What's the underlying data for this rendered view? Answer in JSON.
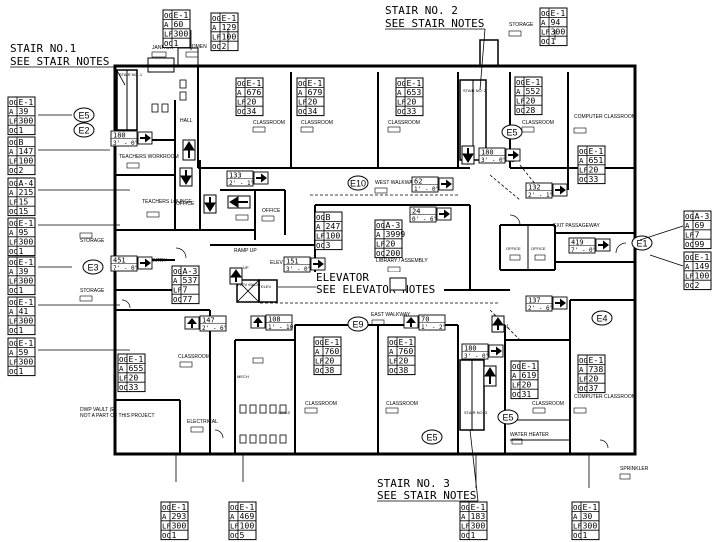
{
  "notes": {
    "stair1": [
      "STAIR NO.1",
      "SEE STAIR NOTES"
    ],
    "stair2": [
      "STAIR NO. 2",
      "SEE STAIR NOTES"
    ],
    "stair3": [
      "STAIR NO. 3",
      "SEE STAIR NOTES"
    ],
    "elevator": [
      "ELEVATOR",
      "SEE ELEVATOR NOTES"
    ]
  },
  "occupancy_tables": [
    {
      "id": "t01",
      "rows": [
        [
          "OG",
          "E-1"
        ],
        [
          "A",
          "60"
        ],
        [
          "LF",
          "300"
        ],
        [
          "OC",
          "1"
        ]
      ]
    },
    {
      "id": "t02",
      "rows": [
        [
          "OG",
          "E-1"
        ],
        [
          "A",
          "129"
        ],
        [
          "LF",
          "100"
        ],
        [
          "OC",
          "2"
        ]
      ]
    },
    {
      "id": "t03",
      "rows": [
        [
          "OG",
          "E-1"
        ],
        [
          "A",
          "94"
        ],
        [
          "LF",
          "300"
        ],
        [
          "OC",
          "1"
        ]
      ]
    },
    {
      "id": "t04",
      "rows": [
        [
          "OG",
          "E-1"
        ],
        [
          "A",
          "676"
        ],
        [
          "LF",
          "20"
        ],
        [
          "OC",
          "34"
        ]
      ]
    },
    {
      "id": "t05",
      "rows": [
        [
          "OG",
          "E-1"
        ],
        [
          "A",
          "679"
        ],
        [
          "LF",
          "20"
        ],
        [
          "OC",
          "34"
        ]
      ]
    },
    {
      "id": "t06",
      "rows": [
        [
          "OG",
          "E-1"
        ],
        [
          "A",
          "653"
        ],
        [
          "LF",
          "20"
        ],
        [
          "OC",
          "33"
        ]
      ]
    },
    {
      "id": "t07",
      "rows": [
        [
          "OG",
          "E-1"
        ],
        [
          "A",
          "552"
        ],
        [
          "LF",
          "20"
        ],
        [
          "OC",
          "28"
        ]
      ]
    },
    {
      "id": "t08",
      "rows": [
        [
          "OG",
          "E-1"
        ],
        [
          "A",
          "651"
        ],
        [
          "LF",
          "20"
        ],
        [
          "OC",
          "33"
        ]
      ]
    },
    {
      "id": "t09",
      "rows": [
        [
          "OG",
          "E-1"
        ],
        [
          "A",
          "39"
        ],
        [
          "LF",
          "300"
        ],
        [
          "OC",
          "1"
        ]
      ]
    },
    {
      "id": "t10",
      "rows": [
        [
          "OG",
          "B"
        ],
        [
          "A",
          "147"
        ],
        [
          "LF",
          "100"
        ],
        [
          "OC",
          "2"
        ]
      ]
    },
    {
      "id": "t11",
      "rows": [
        [
          "OG",
          "A-4"
        ],
        [
          "A",
          "215"
        ],
        [
          "LF",
          "15"
        ],
        [
          "OC",
          "15"
        ]
      ]
    },
    {
      "id": "t12",
      "rows": [
        [
          "OG",
          "E-1"
        ],
        [
          "A",
          "95"
        ],
        [
          "LF",
          "300"
        ],
        [
          "OC",
          "1"
        ]
      ]
    },
    {
      "id": "t13",
      "rows": [
        [
          "OG",
          "B"
        ],
        [
          "A",
          "247"
        ],
        [
          "LF",
          "100"
        ],
        [
          "OC",
          "3"
        ]
      ]
    },
    {
      "id": "t14",
      "rows": [
        [
          "OG",
          "A-3"
        ],
        [
          "A",
          "3999"
        ],
        [
          "LF",
          "20"
        ],
        [
          "OC",
          "200"
        ]
      ]
    },
    {
      "id": "t15",
      "rows": [
        [
          "OG",
          "E-1"
        ],
        [
          "A",
          "39"
        ],
        [
          "LF",
          "300"
        ],
        [
          "OC",
          "1"
        ]
      ]
    },
    {
      "id": "t16",
      "rows": [
        [
          "OG",
          "A-3"
        ],
        [
          "A",
          "537"
        ],
        [
          "LF",
          "7"
        ],
        [
          "OC",
          "77"
        ]
      ]
    },
    {
      "id": "t17",
      "rows": [
        [
          "OG",
          "E-1"
        ],
        [
          "A",
          "41"
        ],
        [
          "LF",
          "300"
        ],
        [
          "OC",
          "1"
        ]
      ]
    },
    {
      "id": "t18",
      "rows": [
        [
          "OG",
          "E-1"
        ],
        [
          "A",
          "59"
        ],
        [
          "LF",
          "300"
        ],
        [
          "OC",
          "1"
        ]
      ]
    },
    {
      "id": "t19",
      "rows": [
        [
          "OG",
          "E-1"
        ],
        [
          "A",
          "655"
        ],
        [
          "LF",
          "20"
        ],
        [
          "OC",
          "33"
        ]
      ]
    },
    {
      "id": "t20",
      "rows": [
        [
          "OG",
          "E-1"
        ],
        [
          "A",
          "760"
        ],
        [
          "LF",
          "20"
        ],
        [
          "OC",
          "38"
        ]
      ]
    },
    {
      "id": "t21",
      "rows": [
        [
          "OG",
          "E-1"
        ],
        [
          "A",
          "760"
        ],
        [
          "LF",
          "20"
        ],
        [
          "OC",
          "38"
        ]
      ]
    },
    {
      "id": "t22",
      "rows": [
        [
          "OG",
          "E-1"
        ],
        [
          "A",
          "619"
        ],
        [
          "LF",
          "20"
        ],
        [
          "OC",
          "31"
        ]
      ]
    },
    {
      "id": "t23",
      "rows": [
        [
          "OG",
          "E-1"
        ],
        [
          "A",
          "738"
        ],
        [
          "LF",
          "20"
        ],
        [
          "OC",
          "37"
        ]
      ]
    },
    {
      "id": "t24",
      "rows": [
        [
          "OG",
          "A-3"
        ],
        [
          "A",
          "69"
        ],
        [
          "LF",
          "7"
        ],
        [
          "OC",
          "99"
        ]
      ]
    },
    {
      "id": "t25",
      "rows": [
        [
          "OG",
          "E-1"
        ],
        [
          "A",
          "149"
        ],
        [
          "LF",
          "100"
        ],
        [
          "OC",
          "2"
        ]
      ]
    },
    {
      "id": "t26",
      "rows": [
        [
          "OG",
          "E-1"
        ],
        [
          "A",
          "293"
        ],
        [
          "LF",
          "300"
        ],
        [
          "OC",
          "1"
        ]
      ]
    },
    {
      "id": "t27",
      "rows": [
        [
          "OG",
          "E-1"
        ],
        [
          "A",
          "469"
        ],
        [
          "LF",
          "100"
        ],
        [
          "OC",
          "5"
        ]
      ]
    },
    {
      "id": "t28",
      "rows": [
        [
          "OG",
          "E-1"
        ],
        [
          "A",
          "183"
        ],
        [
          "LF",
          "300"
        ],
        [
          "OC",
          "1"
        ]
      ]
    },
    {
      "id": "t29",
      "rows": [
        [
          "OG",
          "E-1"
        ],
        [
          "A",
          "30"
        ],
        [
          "LF",
          "300"
        ],
        [
          "OC",
          "1"
        ]
      ]
    }
  ],
  "exits": [
    "E1",
    "E2",
    "E3",
    "E4",
    "E5",
    "E9",
    "E10"
  ],
  "egress_widths": [
    {
      "id": "w1",
      "cap": "180",
      "w": "3' - 0\""
    },
    {
      "id": "w2",
      "cap": "133",
      "w": "2' - 1\""
    },
    {
      "id": "w3",
      "cap": "62",
      "w": "1' - 0\""
    },
    {
      "id": "w4",
      "cap": "24",
      "w": "0' - 6\""
    },
    {
      "id": "w5",
      "cap": "132",
      "w": "2' - 1\""
    },
    {
      "id": "w6",
      "cap": "419",
      "w": "7' - 0\""
    },
    {
      "id": "w7",
      "cap": "451",
      "w": "7' - 0\""
    },
    {
      "id": "w8",
      "cap": "151",
      "w": "3' - 0\""
    },
    {
      "id": "w9",
      "cap": "147",
      "w": "2' - 6\""
    },
    {
      "id": "w10",
      "cap": "108",
      "w": "1' - 10\""
    },
    {
      "id": "w11",
      "cap": "70",
      "w": "1' - 2\""
    },
    {
      "id": "w12",
      "cap": "137",
      "w": "2' - 6\""
    },
    {
      "id": "w13",
      "cap": "180",
      "w": "3' - 0\""
    },
    {
      "id": "w14",
      "cap": "180",
      "w": "3' - 0\""
    }
  ],
  "rooms": {
    "janitor": "JANITOR",
    "women": "WOMEN",
    "stair1": "STAIR NO. 1",
    "hall": "HALL",
    "classroom": "CLASSROOM",
    "computer": "COMPUTER CLASSROOM",
    "teachers_workroom": "TEACHERS WORKROOM",
    "teachers_lounge": "TEACHERS LOUNGE",
    "office": "OFFICE",
    "storage": "STORAGE",
    "south_entry": "SOUTH ENTRY",
    "ramp_up": "RAMP UP",
    "elev_lobby": "ELEV LOBBY",
    "elev": "ELEV",
    "elev_mach": "ELEV MACH",
    "library": "LIBRARY / ASSEMBLY",
    "west_walkway": "WEST WALKWAY",
    "east_walkway": "EAST WALKWAY",
    "exit_passageway": "EXIT PASSAGEWAY",
    "mech": "MECH",
    "girls": "GIRLS",
    "electrical": "ELECTRICAL",
    "dwp": [
      "DWP VAULT (E)",
      "NOT A PART OF THIS PROJECT"
    ],
    "water_heater": "WATER HEATER",
    "sprinkler": "SPRINKLER",
    "stair3": "STAIR NO. 3",
    "stair2": "STAIR NO. 2",
    "up": "UP"
  }
}
